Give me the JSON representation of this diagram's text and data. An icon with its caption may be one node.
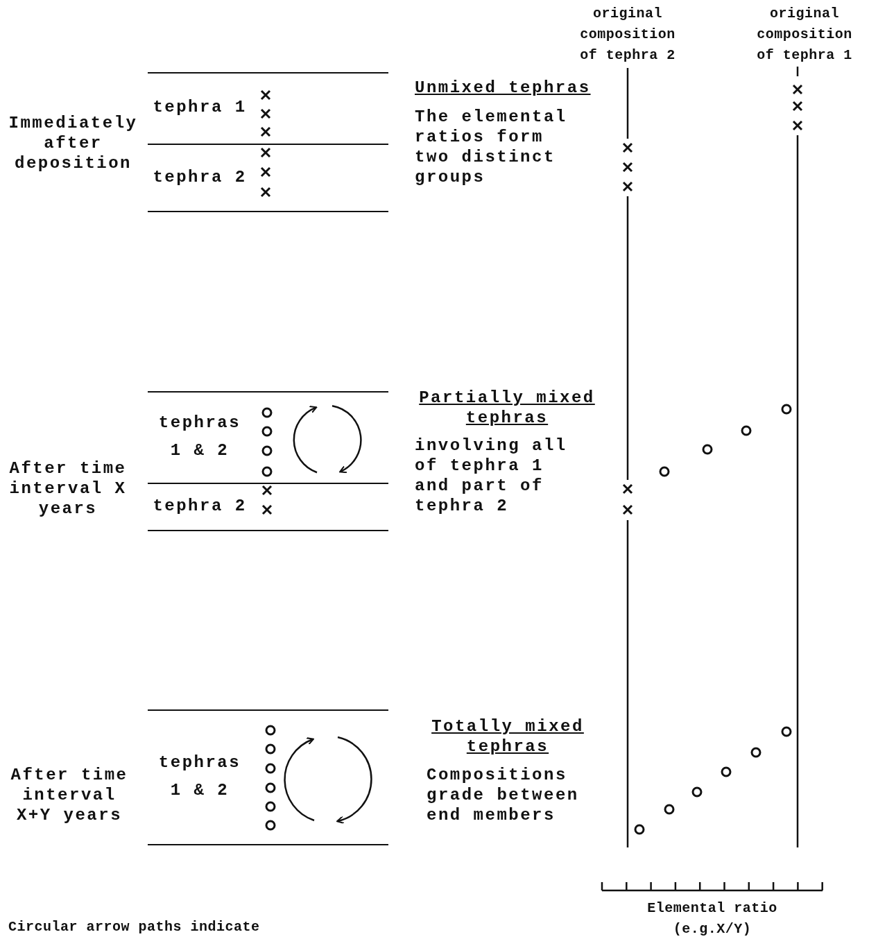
{
  "diagram": {
    "nodes": [
      {
        "text": [
          "tephra 1"
        ]
      },
      {
        "text": [
          "tephra 2"
        ]
      },
      {
        "text": [
          "tephras 1 & 2"
        ]
      },
      {
        "text": [
          "tephra 2"
        ]
      },
      {
        "text": [
          "tephras 1 & 2"
        ]
      }
    ],
    "edges": [],
    "labels": [
      "original composition of tephra 2",
      "original composition of tephra 1",
      "Immediately after deposition",
      "Unmixed tephras",
      "The elemental ratios form two distinct groups",
      "After time interval X years",
      "Partially mixed tephras",
      "involving all of tephra 1 and part of tephra 2",
      "After time interval X+Y years",
      "Totally mixed tephras",
      "Compositions grade between end members",
      "Elemental ratio (e.g.X/Y)",
      "Circular arrow paths indicate"
    ]
  }
}
